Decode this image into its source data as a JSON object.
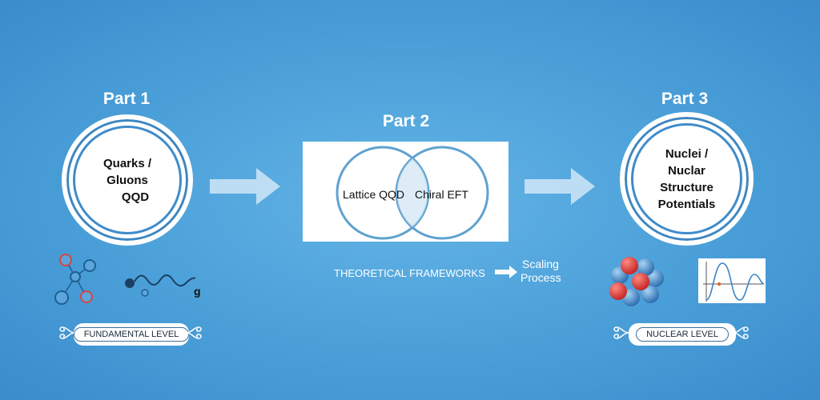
{
  "parts": [
    {
      "title": "Part 1",
      "lines": [
        "Quarks /",
        "Gluons",
        "QQD"
      ],
      "level": "FUNDAMENTAL LEVEL"
    },
    {
      "title": "Part 2",
      "venn_left": "Lattice QQD",
      "venn_right": "Chiral EFT"
    },
    {
      "title": "Part 3",
      "lines": [
        "Nuclei /",
        "Nuclar",
        "Structure",
        "Potentials"
      ],
      "level": "NUCLEAR LEVEL"
    }
  ],
  "captions": {
    "frameworks": "THEORETICAL FRAMEWORKS",
    "scaling_line1": "Scaling",
    "scaling_line2": "Process",
    "gluon_symbol": "g"
  },
  "colors": {
    "background": "#4a9fd8",
    "circle_ring": "#3f8ccb",
    "quark_red": "#d8463e",
    "quark_blue": "#3a86c8"
  }
}
